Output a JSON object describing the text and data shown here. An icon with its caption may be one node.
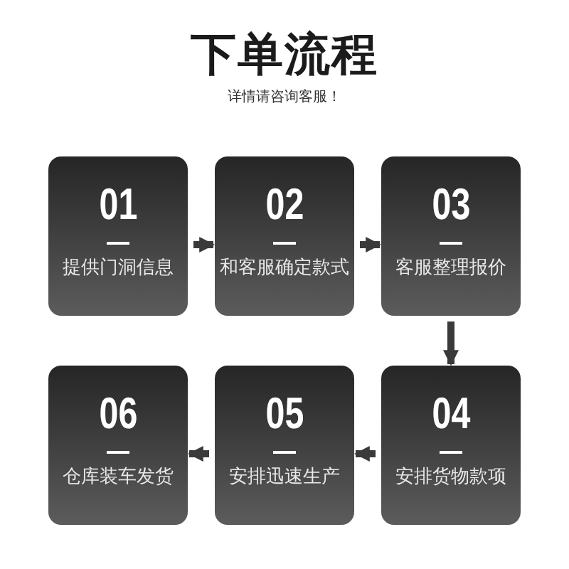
{
  "diagram": {
    "title": "下单流程",
    "nodes": [
      {
        "text": [
          "01",
          "提供门洞信息"
        ]
      },
      {
        "text": [
          "02",
          "和客服确定款式"
        ]
      },
      {
        "text": [
          "03",
          "客服整理报价"
        ]
      },
      {
        "text": [
          "04",
          "安排货物款项"
        ]
      },
      {
        "text": [
          "05",
          "安排迅速生产"
        ]
      },
      {
        "text": [
          "06",
          "仓库装车发货"
        ]
      }
    ],
    "edges": [
      {
        "from": 0,
        "to": 1,
        "arrow": "to"
      },
      {
        "from": 1,
        "to": 2,
        "arrow": "to"
      },
      {
        "from": 2,
        "to": 3,
        "arrow": "to"
      },
      {
        "from": 3,
        "to": 4,
        "arrow": "to"
      },
      {
        "from": 4,
        "to": 5,
        "arrow": "to"
      }
    ],
    "labels": [
      "详情请咨询客服！"
    ]
  }
}
